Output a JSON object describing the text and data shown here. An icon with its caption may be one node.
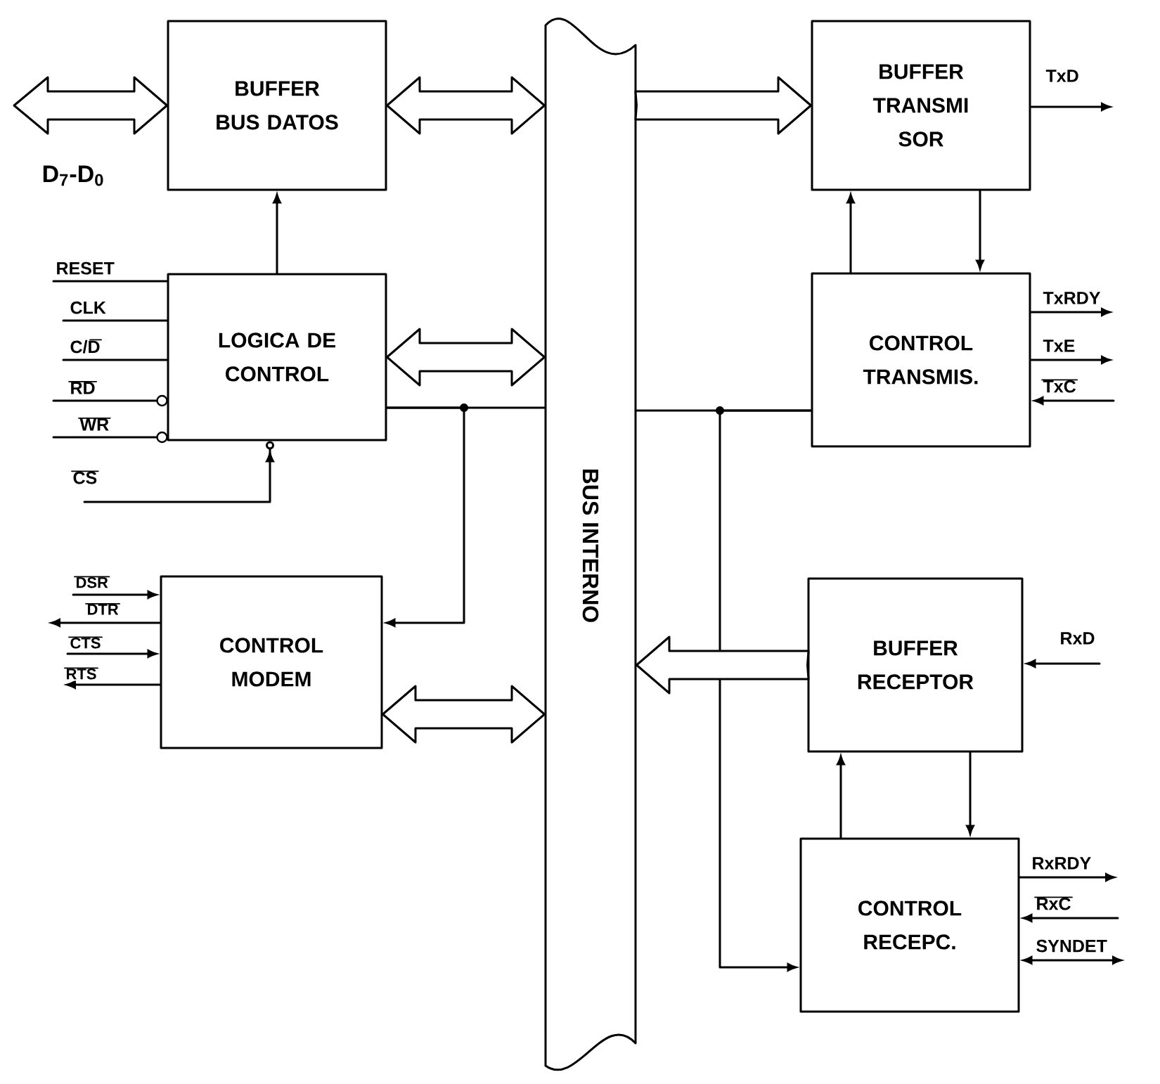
{
  "diagram": {
    "nodes": [
      {
        "text": [
          "BUFFER BUS DATOS"
        ]
      },
      {
        "text": [
          "LOGICA DE CONTROL"
        ]
      },
      {
        "text": [
          "CONTROL MODEM"
        ]
      },
      {
        "text": [
          "BUS INTERNO"
        ]
      },
      {
        "text": [
          "BUFFER TRANSMI SOR"
        ]
      },
      {
        "text": [
          "CONTROL TRANSMIS."
        ]
      },
      {
        "text": [
          "BUFFER RECEPTOR"
        ]
      },
      {
        "text": [
          "CONTROL RECEPC."
        ]
      }
    ],
    "edges": [
      {
        "from": null,
        "to": 0,
        "arrow": "both",
        "label": "D$_{7}$-D$_{0}$"
      },
      {
        "from": 0,
        "to": 3,
        "arrow": "both"
      },
      {
        "from": 1,
        "to": 0,
        "arrow": "to"
      },
      {
        "from": 1,
        "to": 3,
        "arrow": "both"
      },
      {
        "from": 1,
        "to": 3,
        "arrow": "none"
      },
      {
        "from": 1,
        "to": 2,
        "arrow": "to"
      },
      {
        "from": 2,
        "to": 3,
        "arrow": "both"
      },
      {
        "from": 3,
        "to": 4,
        "arrow": "to"
      },
      {
        "from": 5,
        "to": 4,
        "arrow": "to"
      },
      {
        "from": 4,
        "to": 5,
        "arrow": "to"
      },
      {
        "from": 5,
        "to": 3,
        "arrow": "none"
      },
      {
        "from": 5,
        "to": 7,
        "arrow": "to"
      },
      {
        "from": 6,
        "to": 3,
        "arrow": "to"
      },
      {
        "from": 7,
        "to": 6,
        "arrow": "to"
      },
      {
        "from": 6,
        "to": 7,
        "arrow": "to"
      },
      {
        "from": null,
        "to": 1,
        "arrow": "none",
        "label": "RESET"
      },
      {
        "from": null,
        "to": 1,
        "arrow": "none",
        "label": "CLK"
      },
      {
        "from": null,
        "to": 1,
        "arrow": "none",
        "label": "C/D"
      },
      {
        "from": null,
        "to": 1,
        "arrow": "other",
        "label": "RD"
      },
      {
        "from": null,
        "to": 1,
        "arrow": "other",
        "label": "WR"
      },
      {
        "from": null,
        "to": 1,
        "arrow": "to",
        "label": "CS"
      },
      {
        "from": null,
        "to": 2,
        "arrow": "to",
        "label": "DSR"
      },
      {
        "from": 2,
        "to": null,
        "arrow": "to",
        "label": "DTR"
      },
      {
        "from": null,
        "to": 2,
        "arrow": "to",
        "label": "CTS"
      },
      {
        "from": 2,
        "to": null,
        "arrow": "to",
        "label": "RTS"
      },
      {
        "from": 4,
        "to": null,
        "arrow": "to",
        "label": "TxD"
      },
      {
        "from": 5,
        "to": null,
        "arrow": "to",
        "label": "TxRDY"
      },
      {
        "from": 5,
        "to": null,
        "arrow": "to",
        "label": "TxE"
      },
      {
        "from": null,
        "to": 5,
        "arrow": "to",
        "label": "TxC"
      },
      {
        "from": null,
        "to": 6,
        "arrow": "to",
        "label": "RxD"
      },
      {
        "from": 7,
        "to": null,
        "arrow": "to",
        "label": "RxRDY"
      },
      {
        "from": null,
        "to": 7,
        "arrow": "to",
        "label": "RxC"
      },
      {
        "from": null,
        "to": 7,
        "arrow": "both",
        "label": "SYNDET"
      }
    ]
  }
}
